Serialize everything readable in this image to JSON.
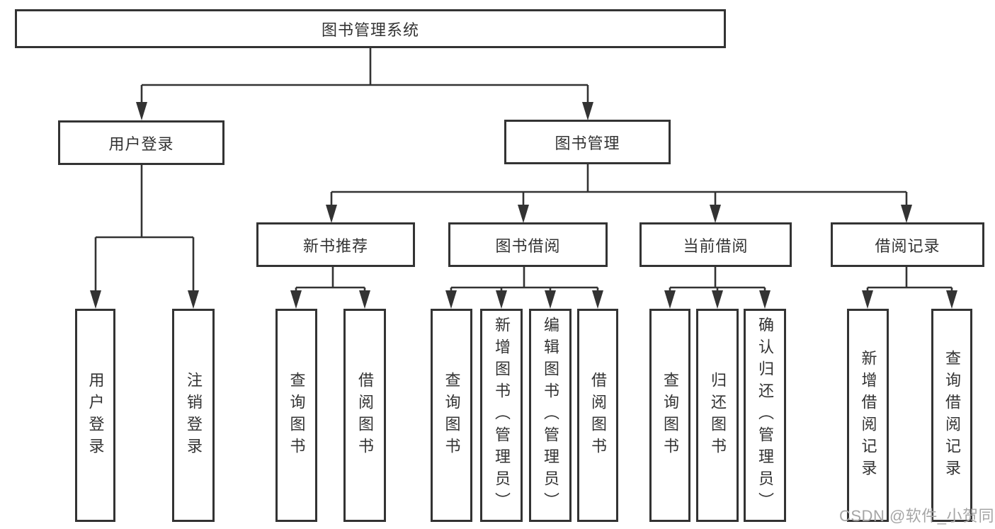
{
  "tree": {
    "root": "图书管理系统",
    "user_login": {
      "label": "用户登录",
      "children": [
        "用户登录",
        "注销登录"
      ]
    },
    "book_mgmt": {
      "label": "图书管理",
      "modules": {
        "new_book_rec": {
          "label": "新书推荐",
          "children": [
            "查询图书",
            "借阅图书"
          ]
        },
        "book_borrow": {
          "label": "图书借阅",
          "children": [
            "查询图书",
            "新增图书（管理员）",
            "编辑图书（管理员）",
            "借阅图书"
          ]
        },
        "current_borrow": {
          "label": "当前借阅",
          "children": [
            "查询图书",
            "归还图书",
            "确认归还（管理员）"
          ]
        },
        "borrow_record": {
          "label": "借阅记录",
          "children": [
            "新增借阅记录",
            "查询借阅记录"
          ]
        }
      }
    }
  },
  "watermark": "CSDN @软件_小贺同学",
  "colors": {
    "line": "#333333",
    "text": "#333333",
    "watermark": "#a6a6a6",
    "background": "#ffffff"
  }
}
